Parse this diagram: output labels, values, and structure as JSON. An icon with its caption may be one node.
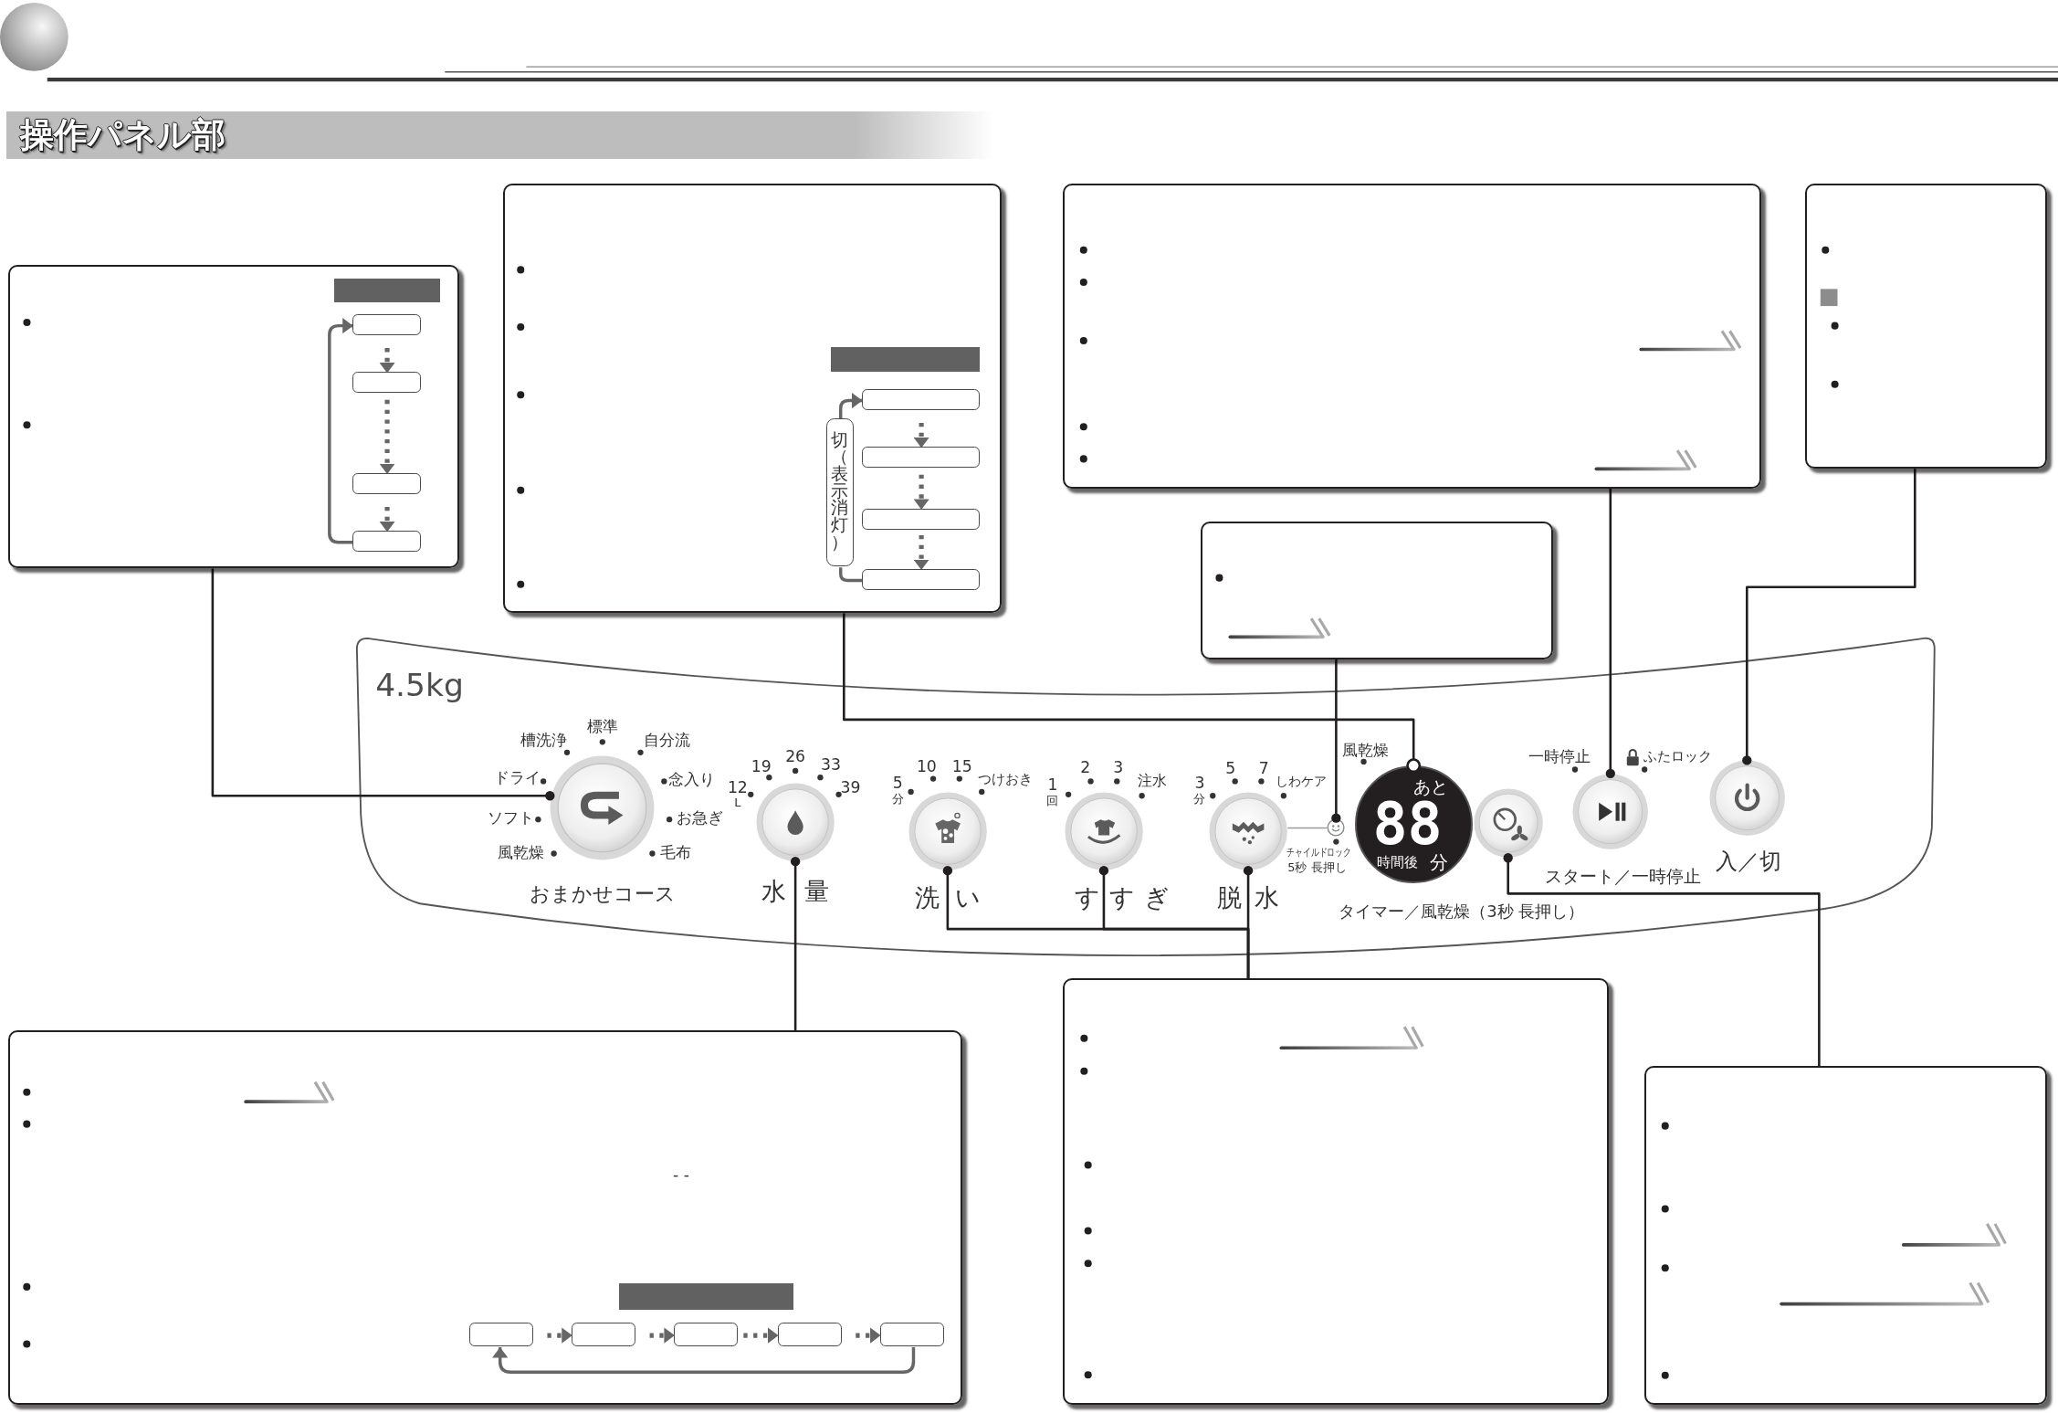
{
  "diagram": {
    "title": "操作パネル部",
    "nodes": [
      {
        "text": [],
        "shape": "box"
      },
      {
        "text": [],
        "shape": "bar",
        "in": 0
      },
      {
        "text": [],
        "shape": "box",
        "in": 0
      },
      {
        "text": [],
        "shape": "box",
        "in": 0
      },
      {
        "text": [],
        "shape": "box",
        "in": 0
      },
      {
        "text": [],
        "shape": "box",
        "in": 0
      },
      {
        "text": [],
        "shape": "box"
      },
      {
        "text": [],
        "shape": "bar",
        "in": 6
      },
      {
        "text": [
          "切（表示消灯）"
        ],
        "in": 6
      },
      {
        "text": [],
        "shape": "box",
        "in": 6
      },
      {
        "text": [],
        "shape": "box",
        "in": 6
      },
      {
        "text": [],
        "shape": "box",
        "in": 6
      },
      {
        "text": [],
        "shape": "box",
        "in": 6
      },
      {
        "text": [],
        "shape": "box"
      },
      {
        "text": [],
        "shape": "box"
      },
      {
        "text": [],
        "shape": "box"
      },
      {
        "text": [
          "4.5kg"
        ]
      },
      {
        "text": [],
        "shape": "circle",
        "in": 16
      },
      {
        "text": [],
        "shape": "circle",
        "in": 16
      },
      {
        "text": [],
        "shape": "circle",
        "in": 16
      },
      {
        "text": [],
        "shape": "circle",
        "in": 16
      },
      {
        "text": [],
        "shape": "circle",
        "in": 16
      },
      {
        "text": [],
        "shape": "picture",
        "in": 16
      },
      {
        "text": [
          "あと",
          "88",
          "時間後",
          "分"
        ],
        "in": 16
      },
      {
        "text": [],
        "shape": "circle",
        "in": 16
      },
      {
        "text": [],
        "shape": "circle",
        "in": 16
      },
      {
        "text": [],
        "shape": "circle",
        "in": 16
      },
      {
        "text": [],
        "shape": "box"
      },
      {
        "text": [],
        "shape": "bar",
        "in": 27
      },
      {
        "text": [],
        "shape": "box",
        "in": 27
      },
      {
        "text": [],
        "shape": "box",
        "in": 27
      },
      {
        "text": [],
        "shape": "box",
        "in": 27
      },
      {
        "text": [],
        "shape": "box",
        "in": 27
      },
      {
        "text": [],
        "shape": "box",
        "in": 27
      },
      {
        "text": [],
        "shape": "box"
      },
      {
        "text": [],
        "shape": "box"
      }
    ],
    "edges": [
      {
        "from": 0,
        "to": 17,
        "arrow": "other"
      },
      {
        "from": 6,
        "to": 23,
        "arrow": "other"
      },
      {
        "from": 13,
        "to": 25,
        "arrow": "other"
      },
      {
        "from": 14,
        "to": 26,
        "arrow": "other"
      },
      {
        "from": 15,
        "to": 22,
        "arrow": "other"
      },
      {
        "from": 27,
        "to": 18,
        "arrow": "other"
      },
      {
        "from": 34,
        "to": 19,
        "arrow": "other"
      },
      {
        "from": 34,
        "to": 20,
        "arrow": "other"
      },
      {
        "from": 34,
        "to": 21,
        "arrow": "other"
      },
      {
        "from": 35,
        "to": 24,
        "arrow": "other"
      },
      {
        "from": 21,
        "to": 22,
        "arrow": "none",
        "color": "#9a9a9a"
      },
      {
        "from": 2,
        "to": 3,
        "arrow": "to",
        "style": "dashed",
        "color": "#666666"
      },
      {
        "from": 3,
        "to": 4,
        "arrow": "to",
        "style": "dashed",
        "color": "#666666"
      },
      {
        "from": 4,
        "to": 5,
        "arrow": "to",
        "style": "dashed",
        "color": "#666666"
      },
      {
        "from": 5,
        "to": 2,
        "arrow": "to",
        "color": "#666666"
      },
      {
        "from": 8,
        "to": 9,
        "arrow": "to",
        "color": "#666666"
      },
      {
        "from": 9,
        "to": 10,
        "arrow": "to",
        "style": "dashed",
        "color": "#666666"
      },
      {
        "from": 10,
        "to": 11,
        "arrow": "to",
        "style": "dashed",
        "color": "#666666"
      },
      {
        "from": 11,
        "to": 12,
        "arrow": "to",
        "style": "dashed",
        "color": "#666666"
      },
      {
        "from": 12,
        "to": 8,
        "arrow": "none",
        "color": "#666666"
      },
      {
        "from": 29,
        "to": 30,
        "arrow": "to",
        "style": "dashed",
        "color": "#666666"
      },
      {
        "from": 30,
        "to": 31,
        "arrow": "to",
        "style": "dashed",
        "color": "#666666"
      },
      {
        "from": 31,
        "to": 32,
        "arrow": "to",
        "style": "dashed",
        "color": "#666666"
      },
      {
        "from": 32,
        "to": 33,
        "arrow": "to",
        "style": "dashed",
        "color": "#666666"
      },
      {
        "from": 33,
        "to": 29,
        "arrow": "to",
        "color": "#666666"
      }
    ],
    "labels": [
      "標準",
      "槽洗浄",
      "自分流",
      "ドライ",
      "念入り",
      "ソフト",
      "お急ぎ",
      "風乾燥",
      "毛布",
      "おまかせコース",
      "19",
      "26",
      "33",
      "12",
      "L",
      "39",
      "水量",
      "10",
      "15",
      "つけおき",
      "5",
      "分",
      "洗い",
      "2",
      "3",
      "注水",
      "1",
      "回",
      "すすぎ",
      "5",
      "7",
      "しわケア",
      "3",
      "分",
      "脱水",
      "チャイルドロック",
      "5秒 長押し",
      "風乾燥",
      "タイマー／風乾燥（3秒 長押し）",
      "一時停止",
      "ふたロック",
      "スタート／一時停止",
      "入／切",
      "- -"
    ]
  }
}
